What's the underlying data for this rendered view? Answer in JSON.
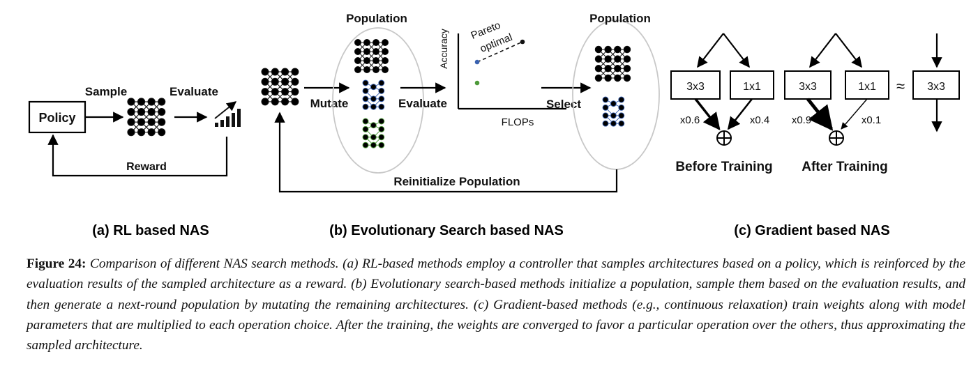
{
  "panel_a": {
    "policy_label": "Policy",
    "sample_label": "Sample",
    "evaluate_label": "Evaluate",
    "reward_label": "Reward",
    "subtitle": "(a) RL based NAS"
  },
  "panel_b": {
    "population_left_label": "Population",
    "population_right_label": "Population",
    "mutate_label": "Mutate",
    "evaluate_label": "Evaluate",
    "select_label": "Select",
    "reinit_label": "Reinitialize Population",
    "y_axis_label": "Accuracy",
    "x_axis_label": "FLOPs",
    "pareto_label_line1": "Pareto",
    "pareto_label_line2": "optimal",
    "subtitle": "(b) Evolutionary Search based NAS",
    "colors": {
      "black": "#111111",
      "blue": "#3a62b0",
      "green": "#4e9a3a"
    }
  },
  "panel_c": {
    "before": {
      "op1": "3x3",
      "op2": "1x1",
      "w1": "x0.6",
      "w2": "x0.4",
      "label": "Before Training"
    },
    "after": {
      "op1": "3x3",
      "op2": "1x1",
      "w1": "x0.9",
      "w2": "x0.1",
      "label": "After Training"
    },
    "approx_symbol": "≈",
    "result_op": "3x3",
    "subtitle": "(c) Gradient based NAS"
  },
  "caption": {
    "label": "Figure 24:",
    "text": "Comparison of different NAS search methods. (a) RL-based methods employ a controller that samples architectures based on a policy, which is reinforced by the evaluation results of the sampled architecture as a reward. (b) Evolutionary search-based methods initialize a population, sample them based on the evaluation results, and then generate a next-round population by mutating the remaining architectures. (c) Gradient-based methods (e.g., continuous relaxation) train weights along with model parameters that are multiplied to each operation choice. After the training, the weights are converged to favor a particular operation over the others, thus approximating the sampled architecture."
  }
}
